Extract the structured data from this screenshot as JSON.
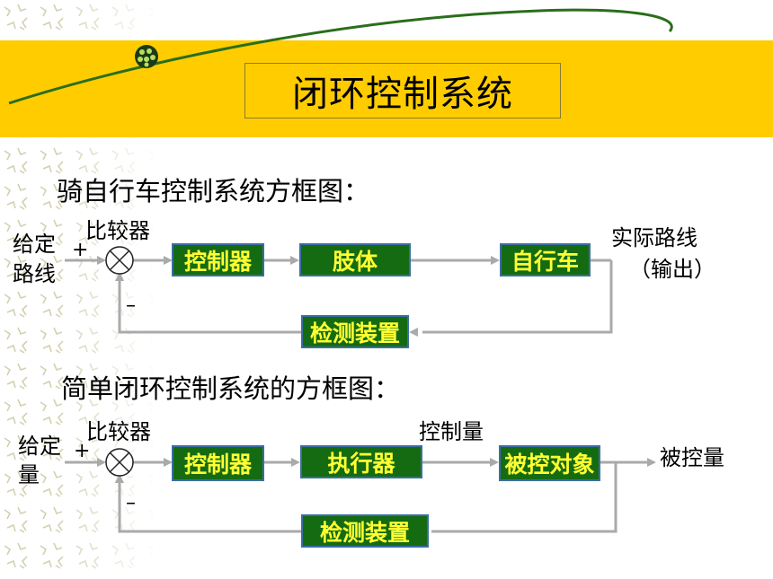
{
  "title": "闭环控制系统",
  "section1": {
    "heading": "骑自行车控制系统方框图：",
    "input_label_line1": "给定",
    "input_label_line2": "路线",
    "comparator_label": "比较器",
    "plus": "+",
    "minus": "–",
    "blocks": [
      "控制器",
      "肢体",
      "自行车"
    ],
    "feedback_block": "检测装置",
    "output_label_line1": "实际路线",
    "output_label_line2": "（输出）"
  },
  "section2": {
    "heading": "简单闭环控制系统的方框图：",
    "input_label_line1": "给定",
    "input_label_line2": "量",
    "comparator_label": "比较器",
    "plus": "+",
    "minus": "–",
    "blocks": [
      "控制器",
      "执行器",
      "被控对象"
    ],
    "feedback_block": "检测装置",
    "control_var_label": "控制量",
    "output_label": "被控量"
  },
  "colors": {
    "banner": "#ffcc00",
    "block_fill": "#156b12",
    "block_text": "#ffff33",
    "arrow": "#aaaaaa"
  }
}
